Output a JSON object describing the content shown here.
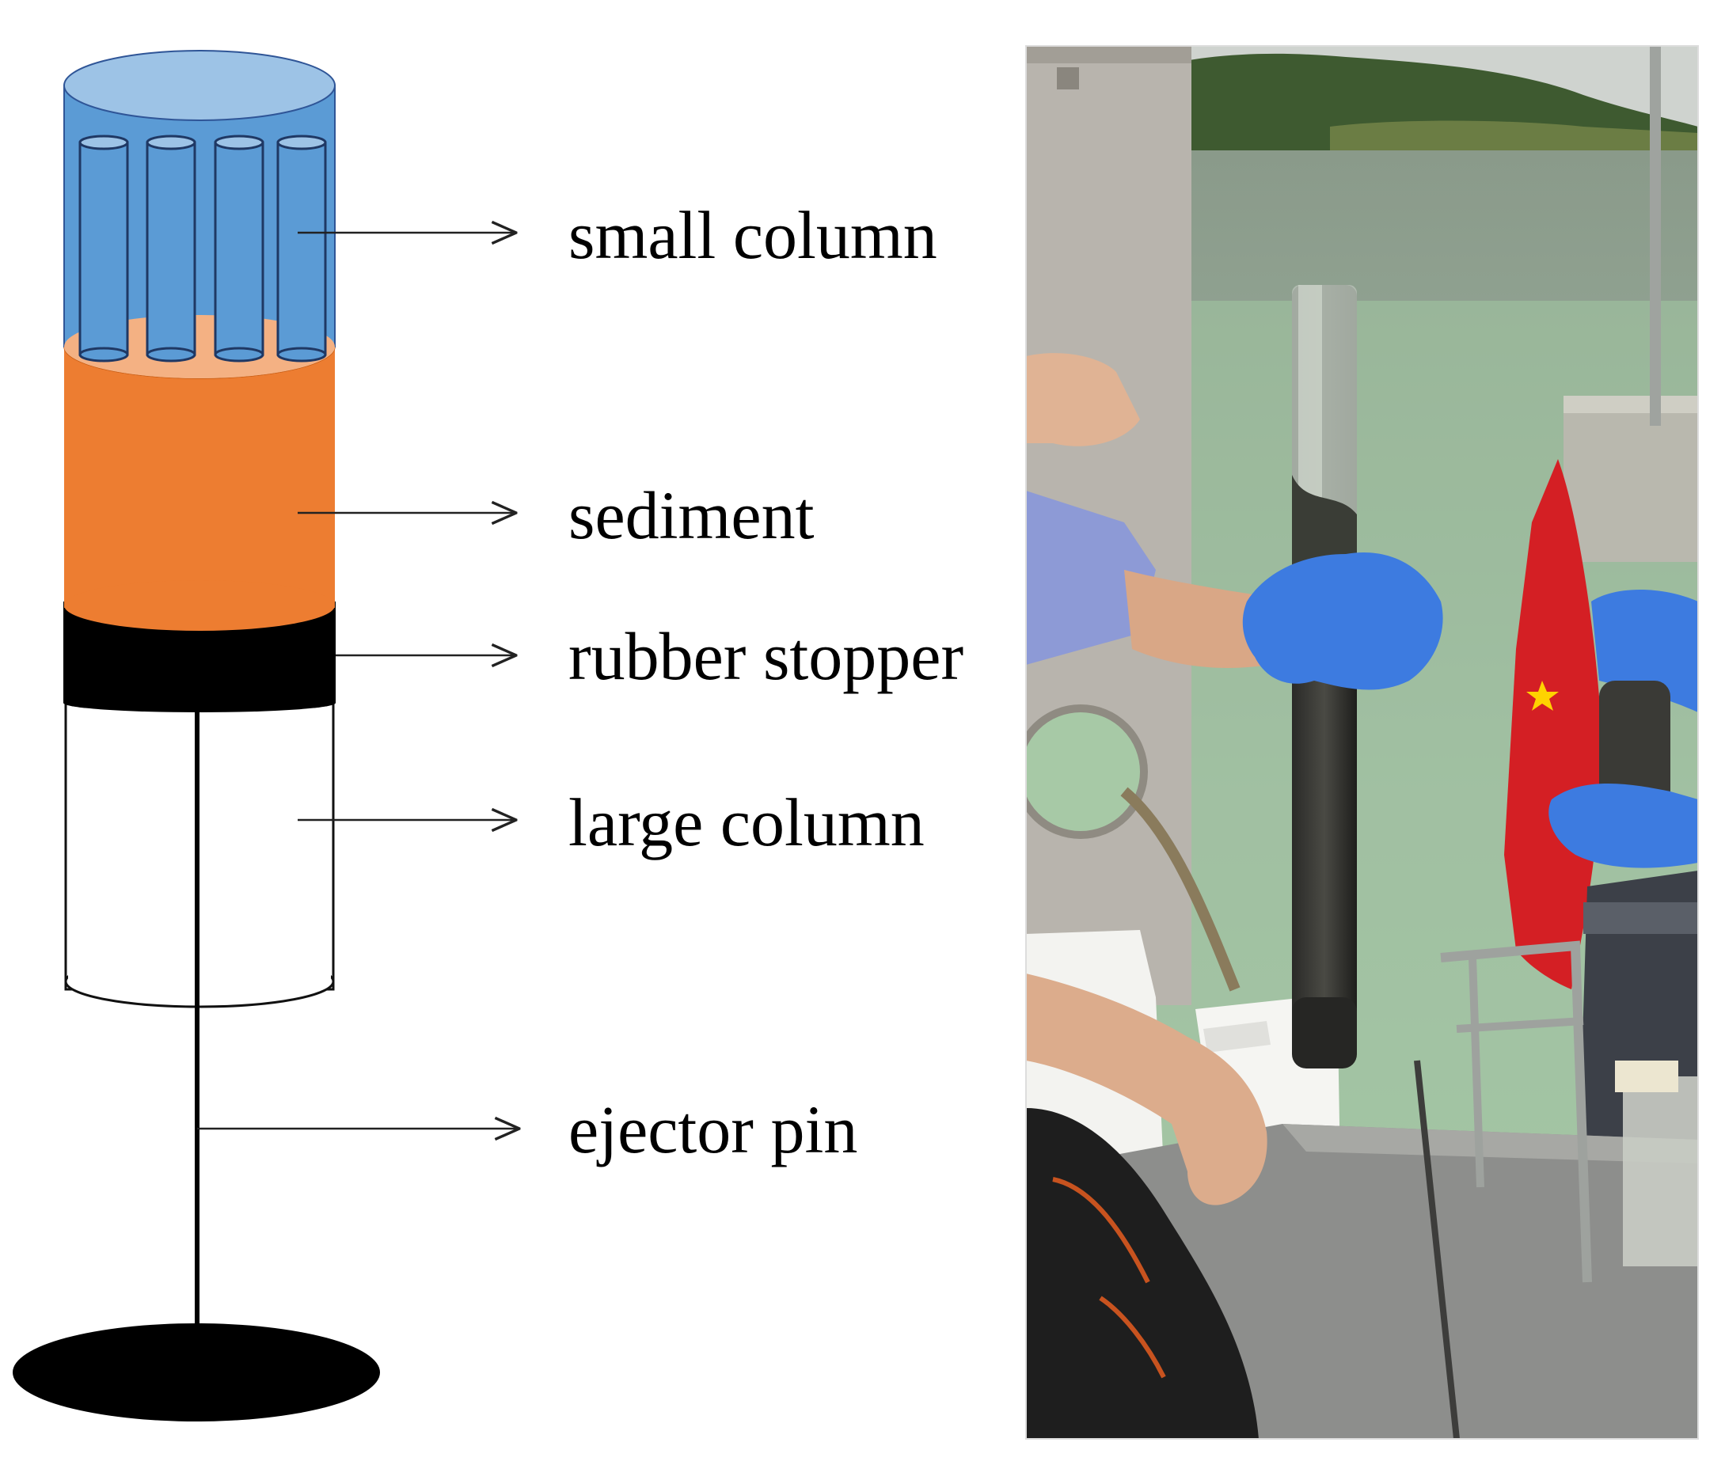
{
  "diagram": {
    "labels": [
      {
        "id": "small-column",
        "text": "small column"
      },
      {
        "id": "sediment",
        "text": "sediment"
      },
      {
        "id": "rubber-stopper",
        "text": "rubber stopper"
      },
      {
        "id": "large-column",
        "text": "large column"
      },
      {
        "id": "ejector-pin",
        "text": "ejector pin"
      }
    ],
    "colors": {
      "water_blue": "#5b9bd5",
      "water_top": "#9dc3e6",
      "small_column_blue": "#5b9bd5",
      "sediment_orange": "#ed7d31",
      "sediment_top": "#f4b183",
      "stopper_black": "#000000",
      "outline": "#1f3864"
    }
  },
  "photo": {
    "description_icon": "field-photo",
    "glove_color": "#3d7be0",
    "flag_color": "#d41f24"
  }
}
